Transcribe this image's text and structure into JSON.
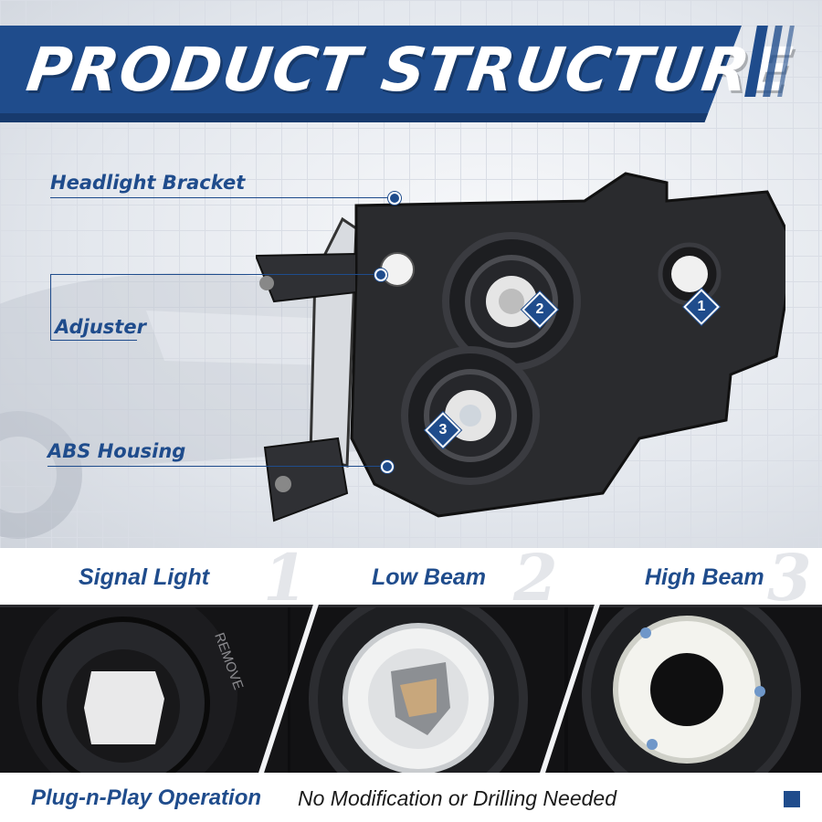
{
  "title": "PRODUCT STRUCTURE",
  "callouts": [
    {
      "label": "Headlight Bracket"
    },
    {
      "label": "Adjuster"
    },
    {
      "label": "ABS Housing"
    }
  ],
  "badges": [
    "1",
    "2",
    "3"
  ],
  "sections": [
    {
      "label": "Signal Light",
      "number": "1"
    },
    {
      "label": "Low Beam",
      "number": "2"
    },
    {
      "label": "High Beam",
      "number": "3"
    }
  ],
  "remove_text": "REMOVE",
  "footer": {
    "strong": "Plug-n-Play Operation",
    "text": "No Modification or Drilling Needed"
  },
  "colors": {
    "accent": "#1f4c8c",
    "dark": "#0d0d0f"
  }
}
